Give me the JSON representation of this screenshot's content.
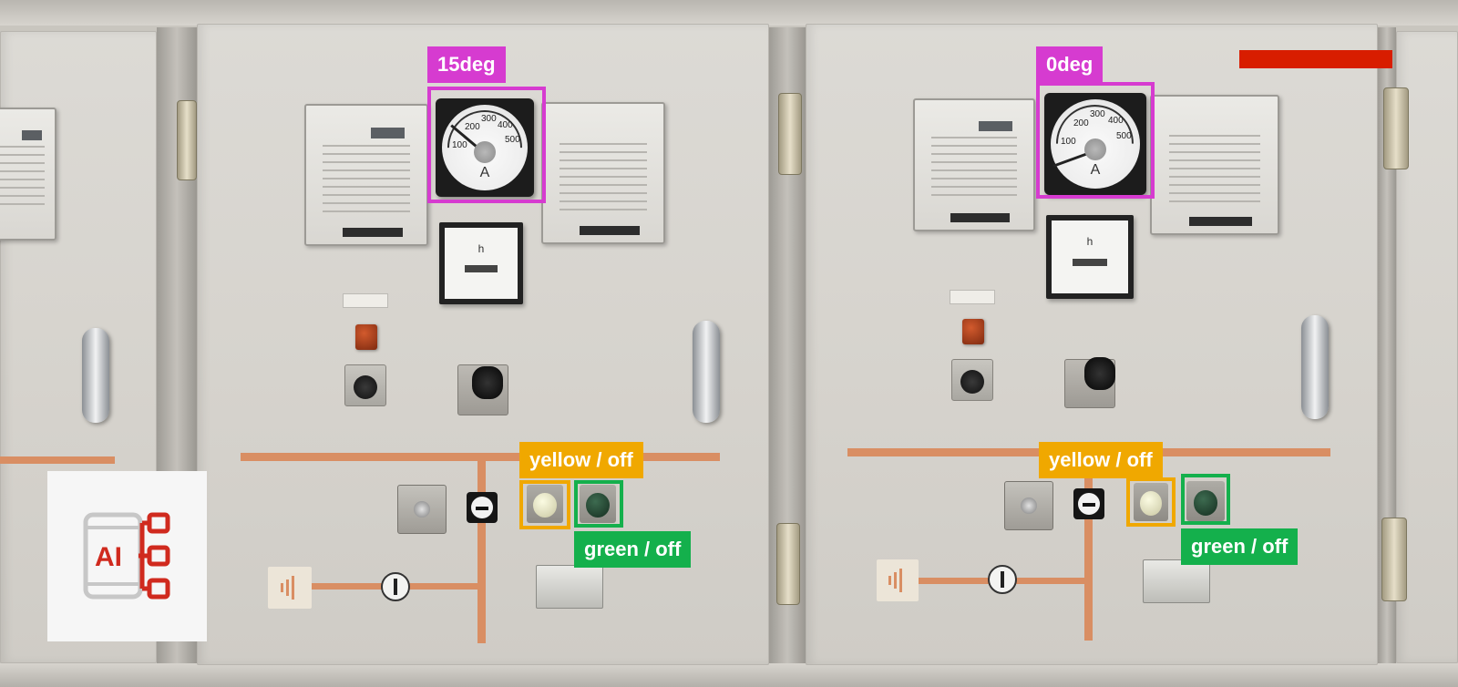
{
  "colors": {
    "magenta": "#d63bd0",
    "yellow": "#f0a800",
    "green": "#14b04c",
    "red_bar": "#d81d00",
    "logo_red": "#d02a1e"
  },
  "annotations": {
    "left_meter_label": "15deg",
    "right_meter_label": "0deg",
    "left_yellow_label": "yellow / off",
    "left_green_label": "green / off",
    "right_yellow_label": "yellow / off",
    "right_green_label": "green / off"
  },
  "meter": {
    "scale_100": "100",
    "scale_200": "200",
    "scale_300": "300",
    "scale_400": "400",
    "scale_500": "500",
    "unit": "A"
  },
  "counter": {
    "unit": "h"
  },
  "logo": {
    "text": "AI",
    "icon": "ai-hierarchy-icon"
  }
}
